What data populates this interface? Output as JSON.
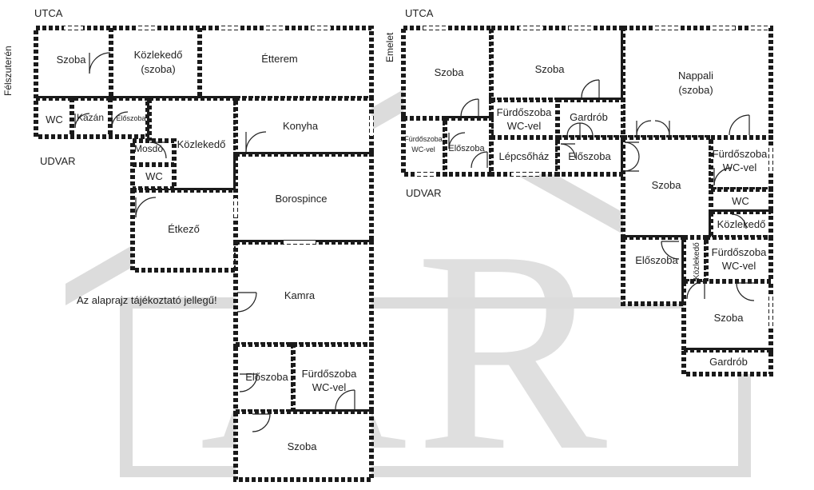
{
  "colors": {
    "wall": "#1a1a1a",
    "watermark": "#dcdcdc",
    "background": "#ffffff"
  },
  "watermark": {
    "kind": "logo",
    "letters": "ÁR"
  },
  "left_plan": {
    "floor": "Félszuterén",
    "street": "UTCA",
    "yard": "UDVAR",
    "note": "Az alaprajz tájékoztató jellegű!",
    "rooms": {
      "szoba1": "Szoba",
      "kozlekedo_szoba_1": "Közlekedő",
      "kozlekedo_szoba_2": "(szoba)",
      "etterem": "Étterem",
      "wc1": "WC",
      "kazan": "Kazán",
      "eloszoba_small": "Előszoba",
      "kozlekedo": "Közlekedő",
      "konyha": "Konyha",
      "mosdo": "Mosdó",
      "wc2": "WC",
      "borospince": "Borospince",
      "etkezo": "Étkező",
      "kamra": "Kamra",
      "eloszoba2": "Előszoba",
      "furdo_1": "Fürdőszoba",
      "furdo_2": "WC-vel",
      "szoba2": "Szoba"
    }
  },
  "right_plan": {
    "floor": "Emelet",
    "street": "UTCA",
    "yard": "UDVAR",
    "rooms": {
      "szoba1": "Szoba",
      "szoba2": "Szoba",
      "nappali_1": "Nappali",
      "nappali_2": "(szoba)",
      "furdo_a1": "Fürdőszoba",
      "furdo_a2": "WC-vel",
      "gardrob1": "Gardrób",
      "furdo_b1": "Fürdőszoba",
      "furdo_b2": "WC-vel",
      "eloszoba1": "Előszoba",
      "lepcsohaz": "Lépcsőház",
      "eloszoba2": "Előszoba",
      "szoba3": "Szoba",
      "furdo_c1": "Fürdőszoba",
      "furdo_c2": "WC-vel",
      "wc": "WC",
      "kozlekedo": "Közlekedő",
      "eloszoba3": "Előszoba",
      "kozlekedo_vert": "Közlekedő",
      "furdo_d1": "Fürdőszoba",
      "furdo_d2": "WC-vel",
      "szoba4": "Szoba",
      "gardrob2": "Gardrób"
    }
  }
}
